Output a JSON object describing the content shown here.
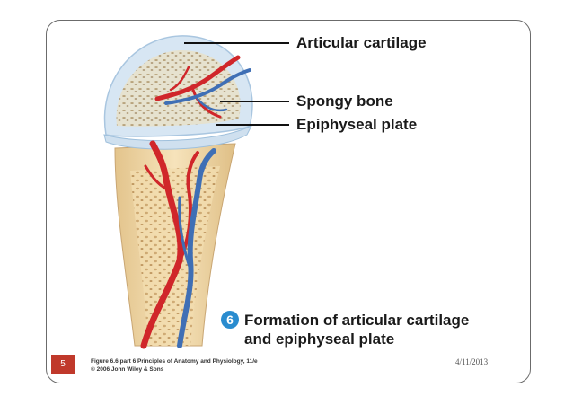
{
  "figure": {
    "labels": {
      "articular_cartilage": "Articular cartilage",
      "spongy_bone": "Spongy bone",
      "epiphyseal_plate": "Epiphyseal plate"
    },
    "step": {
      "number": "6",
      "title_line1": "Formation of articular cartilage",
      "title_line2": "and epiphyseal plate"
    },
    "credit_line1": "Figure 6.6 part 6 Principles of Anatomy and Physiology, 11/e",
    "credit_line2": "© 2006 John Wiley & Sons"
  },
  "footer": {
    "slide_number": "5",
    "date": "4/11/2013"
  },
  "colors": {
    "cartilage": "#d7e6f3",
    "bone": "#f0d9a8",
    "artery": "#d0262a",
    "vein": "#3f6fb5",
    "step_badge": "#2a8ccf",
    "slide_number_bg": "#c0392b"
  }
}
